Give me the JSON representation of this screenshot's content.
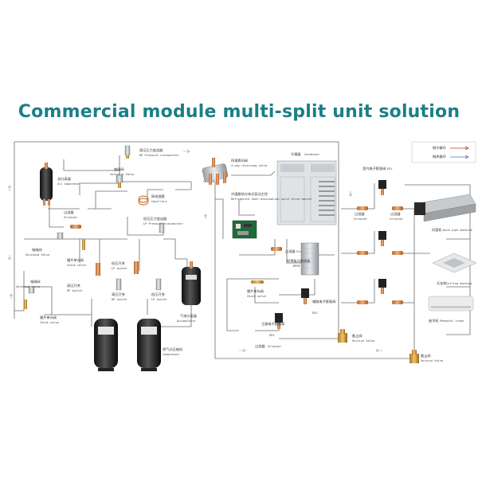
{
  "title": "Commercial module multi-split unit solution",
  "legend": {
    "cooling": "制冷循环",
    "heating": "制热循环",
    "cooling_color": "#c0392b",
    "heating_color": "#5470c6"
  },
  "components": {
    "oil_separator": {
      "cn": "油分离器",
      "en": "Oil Separator"
    },
    "solenoid_valve_top": {
      "cn": "电磁阀",
      "en": "Solenoid Valve"
    },
    "hp_transmitter": {
      "cn": "高压压力变送器",
      "en": "HP Pressure transmitter"
    },
    "four_way_valve": {
      "cn": "四通换向阀",
      "en": "4-way reversing valve"
    },
    "condenser": {
      "cn": "冷凝器",
      "en": "Condenser"
    },
    "strainer_left": {
      "cn": "过滤器",
      "en": "Strainer"
    },
    "capillary": {
      "cn": "铜毛细管",
      "en": "Capillary"
    },
    "lp_transmitter": {
      "cn": "低压压力变送器",
      "en": "LP Pressure transmitter"
    },
    "refrigerant_heat": {
      "cn": "冷媒散热分体式驱动主控",
      "en": "Refrigerant heat dissipation split drive master"
    },
    "solenoid_valve_mid": {
      "cn": "电磁阀",
      "en": "Solenoid Valve"
    },
    "check_valve_left": {
      "cn": "膜片单向阀",
      "en": "Check valve"
    },
    "hp_switch_left": {
      "cn": "高压开关",
      "en": "HP switch"
    },
    "lp_switch_left": {
      "cn": "低压开关",
      "en": "LP switch"
    },
    "hp_switch_mid": {
      "cn": "高压开关",
      "en": "HP switch"
    },
    "lp_switch_mid": {
      "cn": "低压开关",
      "en": "LP switch"
    },
    "accumulator": {
      "cn": "气液分离器",
      "en": "Accumulator"
    },
    "compressor": {
      "cn": "喷气式压缩机",
      "en": "Compressor"
    },
    "solenoid_valve_left": {
      "cn": "电磁阀",
      "en": "Solenoid Valve"
    },
    "check_valve_bottom": {
      "cn": "膜片单向阀",
      "en": "Check valve"
    },
    "strainer_mid": {
      "cn": "过滤器",
      "en": "Strainer"
    },
    "bphe": {
      "cn": "钎焊板式换热器",
      "en": "BPHE"
    },
    "check_valve_mid": {
      "cn": "膜片单向阀",
      "en": "Check valve"
    },
    "aux_eev": {
      "cn": "辅路电子膨胀阀",
      "en": "EEV"
    },
    "main_eev": {
      "cn": "主路电子膨胀阀",
      "en": "EEV"
    },
    "service_valve_1": {
      "cn": "截止阀",
      "en": "Service Valve"
    },
    "strainer_bottom": {
      "cn": "过滤器",
      "en": "Strainer"
    },
    "indoor_eev": {
      "cn": "室内电子膨胀阀",
      "en": "EEV"
    },
    "strainer_r1": {
      "cn": "过滤器",
      "en": "Strainer"
    },
    "strainer_r2": {
      "cn": "过滤器",
      "en": "Strainer"
    },
    "wind_pipe": {
      "cn": "风管机",
      "en": "Wind pipe machine"
    },
    "ceiling": {
      "cn": "天花机",
      "en": "Ceiling machine"
    },
    "pedestal": {
      "cn": "座吊机",
      "en": "Pedestal crane"
    },
    "service_valve_2": {
      "cn": "截止阀",
      "en": "Service Valve"
    }
  }
}
